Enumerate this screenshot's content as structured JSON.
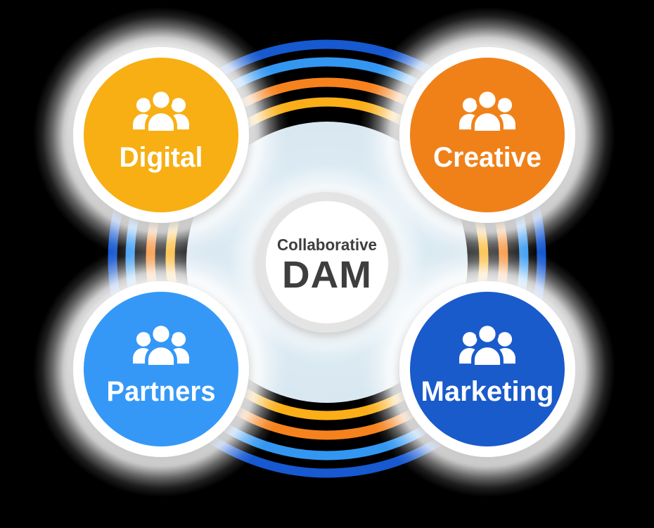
{
  "diagram": {
    "center": {
      "subtitle": "Collaborative",
      "title": "DAM"
    },
    "nodes": [
      {
        "id": "digital",
        "label": "Digital",
        "color": "#F7AF13",
        "position": "top-left",
        "icon": "people-group-icon"
      },
      {
        "id": "creative",
        "label": "Creative",
        "color": "#F08119",
        "position": "top-right",
        "icon": "people-group-icon"
      },
      {
        "id": "partners",
        "label": "Partners",
        "color": "#3598F7",
        "position": "bottom-left",
        "icon": "people-group-icon"
      },
      {
        "id": "marketing",
        "label": "Marketing",
        "color": "#1A5BCB",
        "position": "bottom-right",
        "icon": "people-group-icon"
      }
    ],
    "rings": [
      {
        "name": "outer-ring",
        "color": "#1659D1"
      },
      {
        "name": "second-ring",
        "color": "#3397F2"
      },
      {
        "name": "third-ring",
        "color": "#F5821D"
      },
      {
        "name": "inner-ring",
        "color": "#FBAE17"
      }
    ],
    "colors": {
      "background": "#000000",
      "center_disk": "#DCEAF2",
      "center_ring": "#E4E4E4",
      "center_circle": "#FFFFFF",
      "node_border": "#FFFFFF",
      "text_dark": "#3E3E3E",
      "text_light": "#FFFFFF"
    }
  }
}
